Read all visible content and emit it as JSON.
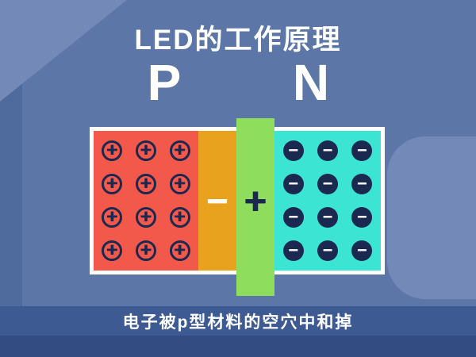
{
  "title": "LED的工作原理",
  "region_labels": {
    "p": "P",
    "n": "N"
  },
  "junction": {
    "barrier_minus": "−",
    "barrier_plus": "+"
  },
  "carriers": {
    "holes": {
      "symbol": "+",
      "rows": 4,
      "cols": 3
    },
    "electrons": {
      "symbol": "−",
      "rows": 4,
      "cols": 3
    }
  },
  "caption": "电子被p型材料的空穴中和掉",
  "colors": {
    "background": "#5b76a7",
    "background_light": "#7389b8",
    "left_strip": "#4f6b9e",
    "p_region": "#f2594b",
    "depletion_left": "#e9a21d",
    "depletion_right": "#8edd5d",
    "n_region": "#3ce4d4",
    "carrier_dark": "#1b2850",
    "symbol_light": "#ffffff",
    "caption_bar": "#3d5a93",
    "footer_bar": "#334d82",
    "text_white": "#ffffff"
  }
}
